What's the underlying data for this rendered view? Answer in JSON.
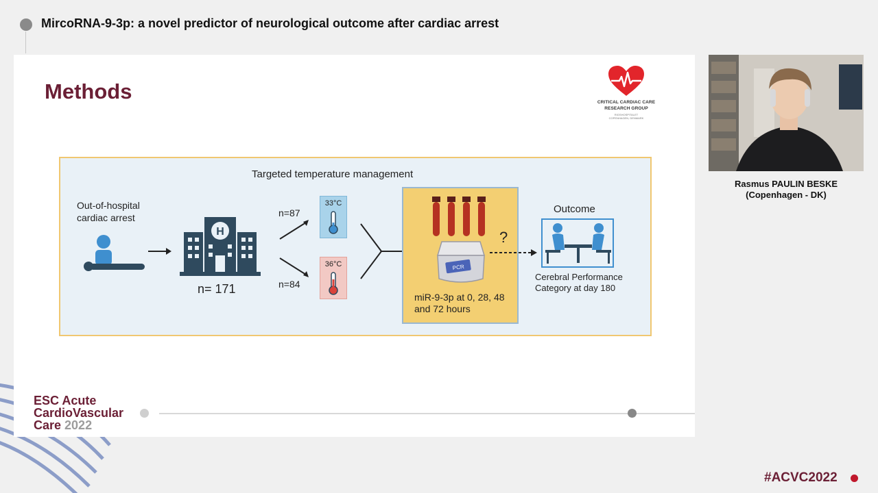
{
  "header": {
    "title": "MircoRNA-9-3p: a novel predictor of neurological outcome after cardiac arrest"
  },
  "slide": {
    "heading": "Methods",
    "logo": {
      "line1": "CRITICAL CARDIAC CARE",
      "line2": "RESEARCH GROUP",
      "line3": "RIGSHOSPITALET",
      "line4": "COPENHAGEN, DENMARK"
    },
    "diagram": {
      "ttm_label": "Targeted temperature management",
      "ohca_label_line1": "Out-of-hospital",
      "ohca_label_line2": "cardiac arrest",
      "n_total": "n= 171",
      "n_33": "n=87",
      "n_36": "n=84",
      "temp_33": "33°C",
      "temp_36": "36°C",
      "assay_label_line1": "miR-9-3p at 0, 28, 48",
      "assay_label_line2": "and 72 hours",
      "question_mark": "?",
      "outcome_title": "Outcome",
      "outcome_label_line1": "Cerebral Performance",
      "outcome_label_line2": "Category at day 180",
      "pcr_label": "PCR"
    },
    "footer_logo": {
      "line1": "ESC Acute",
      "line2": "CardioVascular",
      "line3_a": "Care ",
      "line3_b": "2022"
    }
  },
  "speaker": {
    "name": "Rasmus PAULIN BESKE",
    "affiliation": "(Copenhagen - DK)"
  },
  "hashtag": "#ACVC2022",
  "colors": {
    "brand": "#6b1f35",
    "accent_red": "#c0182c",
    "icon_blue": "#2f4a5e",
    "panel_bg": "#e9f1f7",
    "panel_border": "#f0c770",
    "lab_bg": "#f3cf72"
  }
}
